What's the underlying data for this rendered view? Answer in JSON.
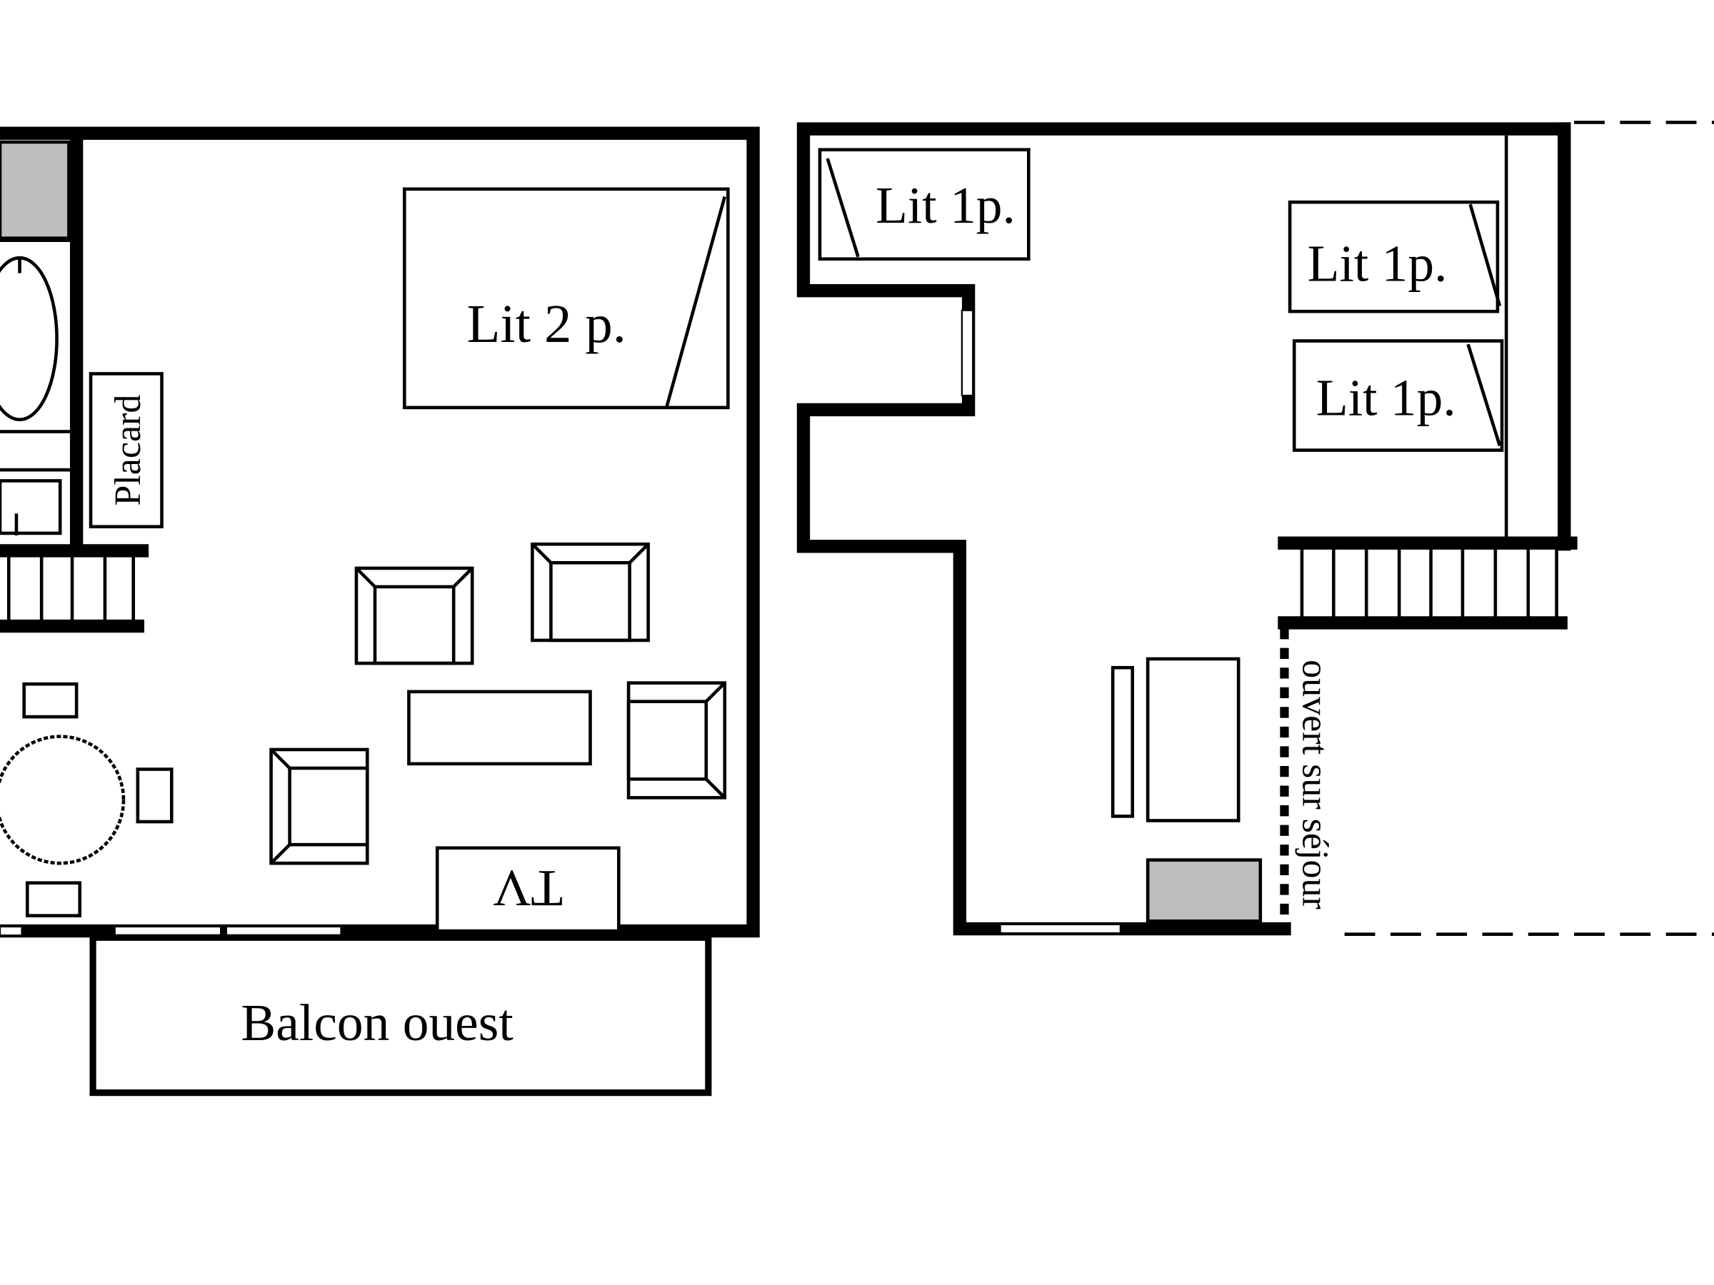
{
  "plan": {
    "left_level": {
      "bed_double": "Lit 2 p.",
      "closet": "Placard",
      "tv": "TV",
      "balcony": "Balcon ouest"
    },
    "right_level": {
      "bed_single_1": "Lit 1p.",
      "bed_single_2": "Lit 1p.",
      "bed_single_3": "Lit 1p.",
      "open_note": "ouvert sur séjour"
    }
  },
  "colors": {
    "walls": "#000000",
    "fill_gray": "#bdbdbd",
    "background": "#ffffff"
  }
}
